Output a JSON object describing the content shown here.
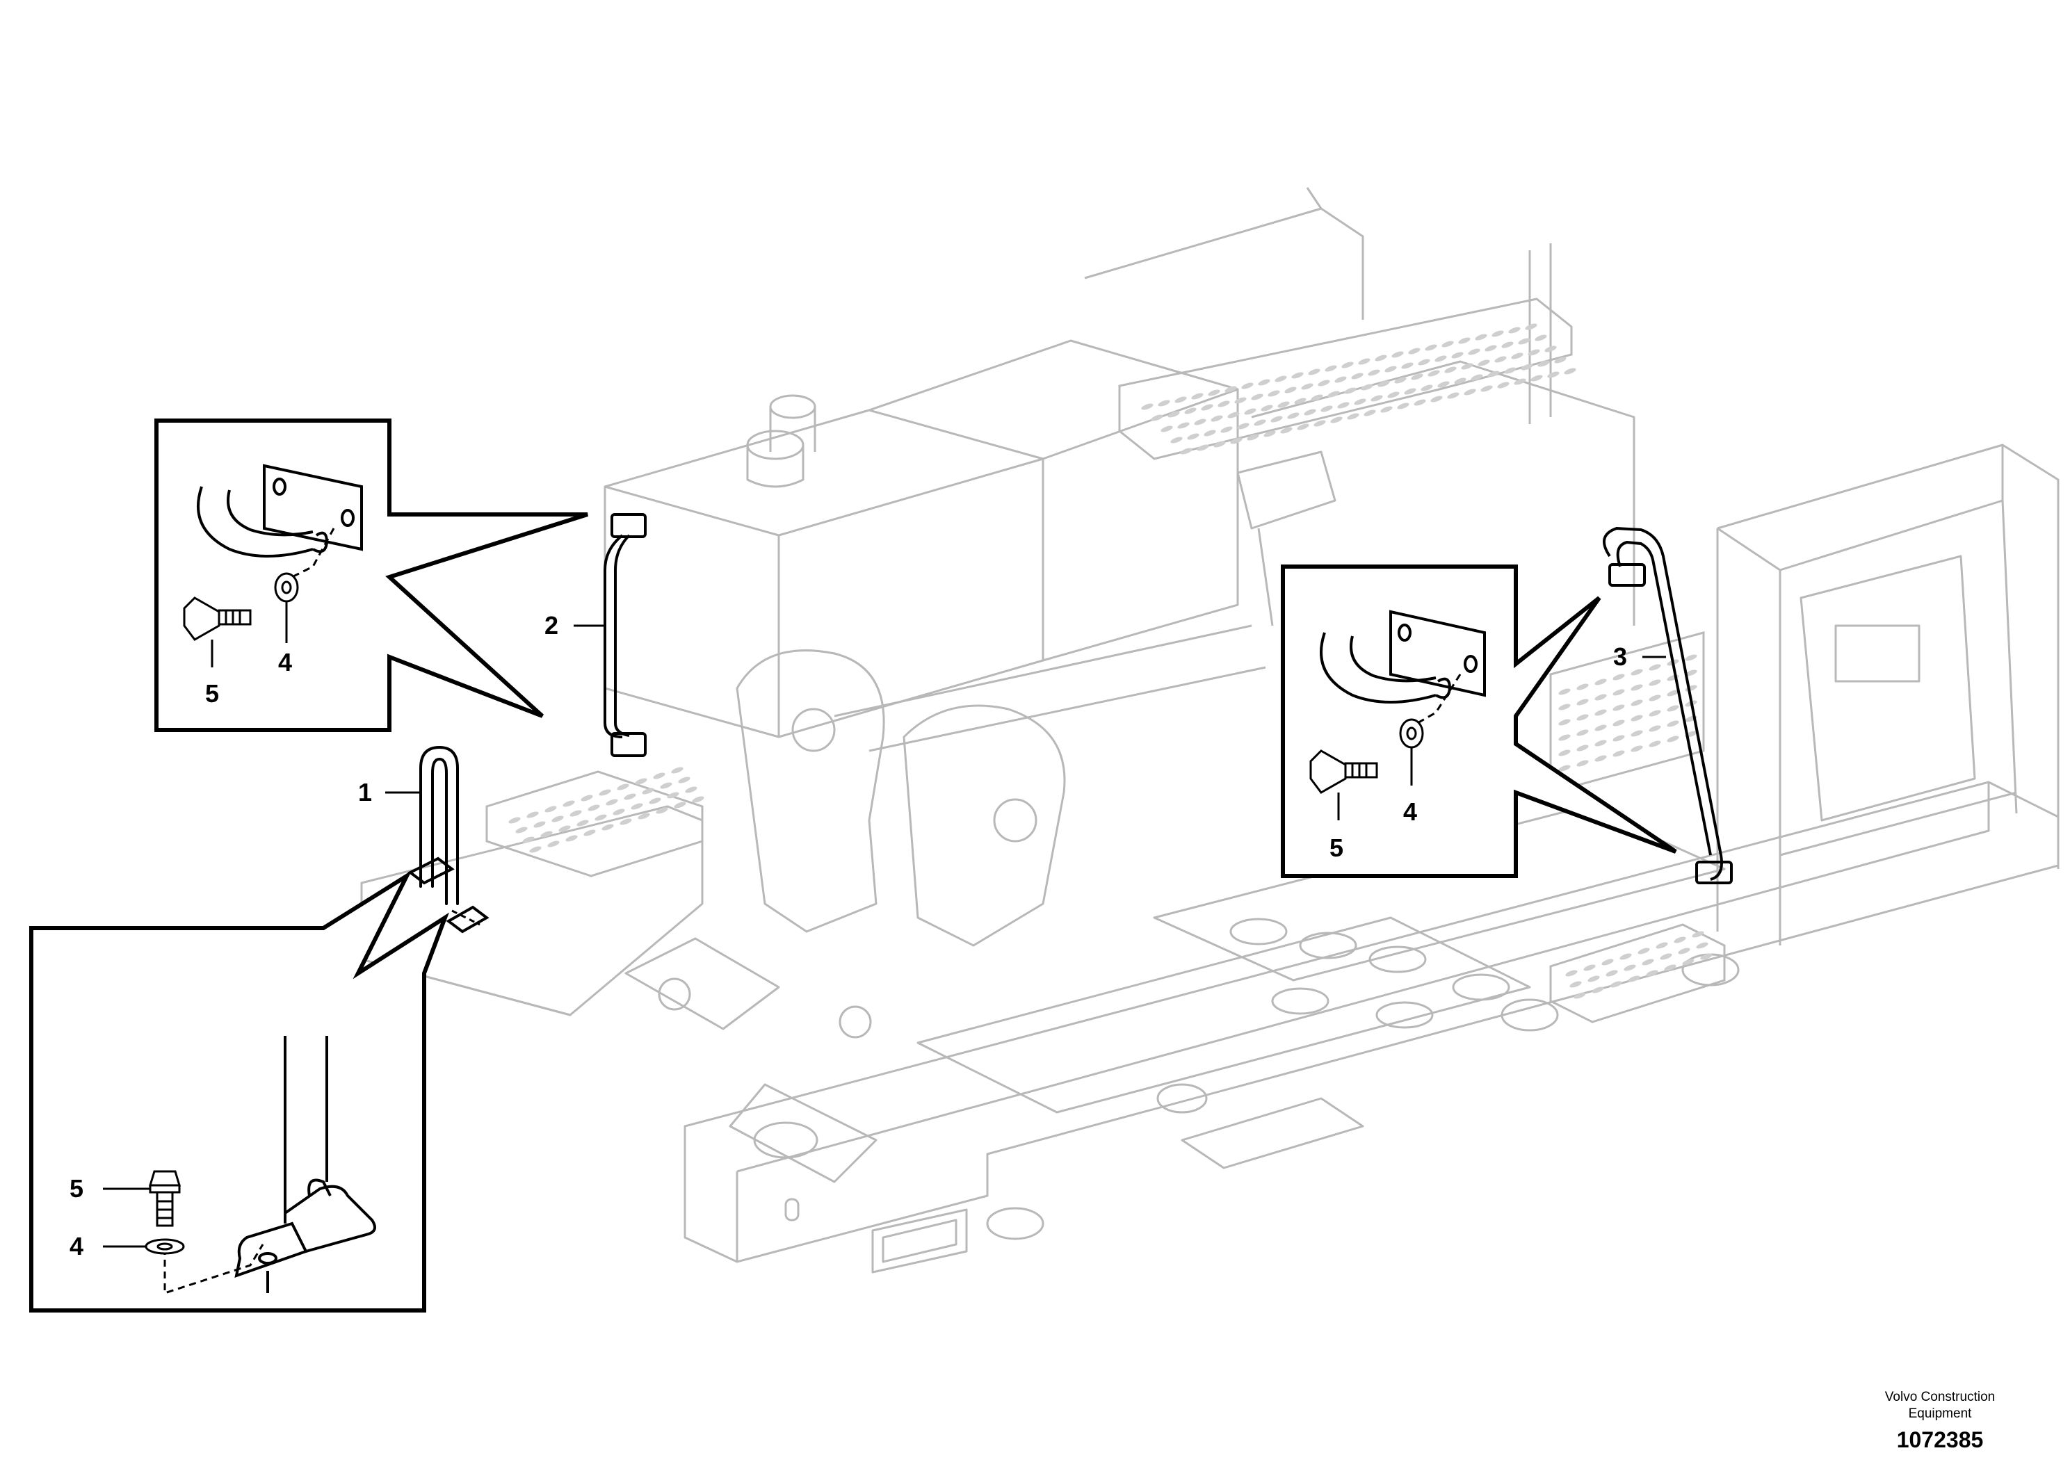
{
  "callouts": {
    "handrail_front": "1",
    "handrail_left": "2",
    "handrail_right": "3",
    "detail_left": {
      "screw": "5",
      "washer": "4"
    },
    "detail_right": {
      "screw": "5",
      "washer": "4"
    },
    "detail_bottom": {
      "screw": "5",
      "washer": "4"
    }
  },
  "footer": {
    "company_line1": "Volvo Construction",
    "company_line2": "Equipment",
    "drawing_number": "1072385"
  }
}
